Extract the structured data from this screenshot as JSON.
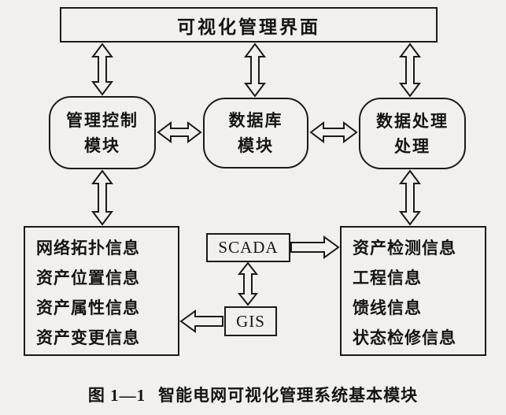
{
  "diagram": {
    "top_box": "可视化管理界面",
    "modules": {
      "control": {
        "line1": "管理控制",
        "line2": "模块"
      },
      "database": {
        "line1": "数据库",
        "line2": "模块"
      },
      "processing": {
        "line1": "数据处理",
        "line2": "处理"
      }
    },
    "left_box_lines": [
      "网络拓扑信息",
      "资产位置信息",
      "资产属性信息",
      "资产变更信息"
    ],
    "right_box_lines": [
      "资产检测信息",
      "工程信息",
      "馈线信息",
      "状态检修信息"
    ],
    "scada_label": "SCADA",
    "gis_label": "GIS",
    "caption": {
      "figure_no": "图 1—1",
      "title": "智能电网可视化管理系统基本模块"
    },
    "colors": {
      "line": "#1a1a1a",
      "background": "#f1f0ee"
    }
  }
}
